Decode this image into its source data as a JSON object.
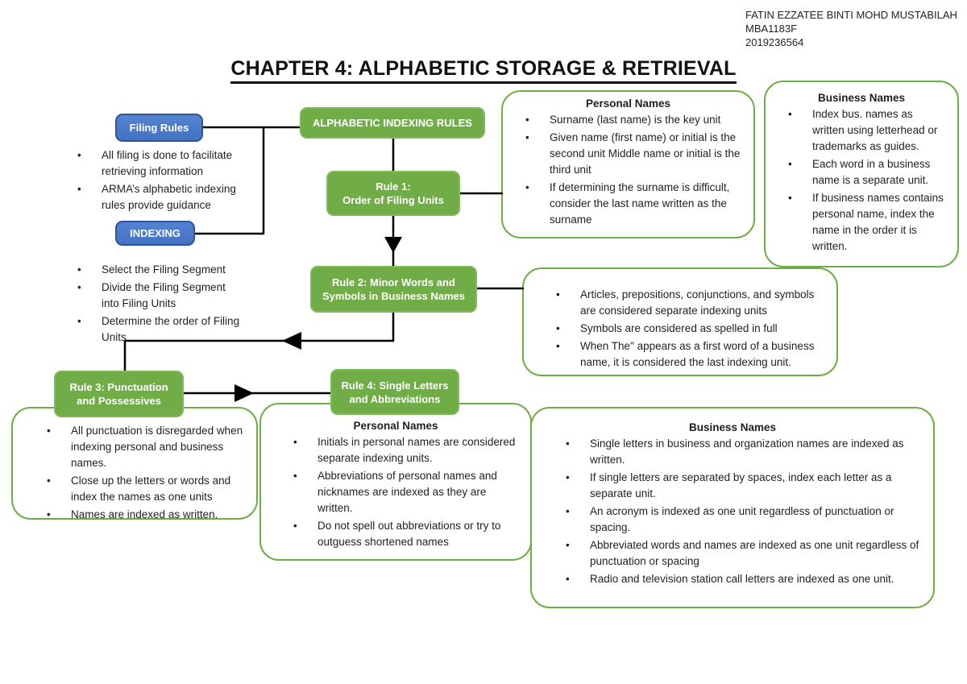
{
  "author": {
    "line1": "FATIN EZZATEE BINTI MOHD MUSTABILAH",
    "line2": "MBA1183F",
    "line3": "2019236564"
  },
  "title": "CHAPTER 4: ALPHABETIC STORAGE & RETRIEVAL",
  "colors": {
    "node_blue": "#4472C4",
    "node_blue_border": "#2E5597",
    "node_green": "#70AD47",
    "container_border_green": "#70AD47",
    "connector_black": "#000000"
  },
  "nodes": {
    "filing_rules": {
      "label": "Filing Rules"
    },
    "indexing": {
      "label": "INDEXING"
    },
    "alphabetic_indexing_rules": {
      "label": "ALPHABETIC INDEXING RULES"
    },
    "rule1": {
      "line1": "Rule 1:",
      "line2": "Order of Filing Units"
    },
    "rule2": {
      "label": "Rule 2: Minor Words and Symbols in Business Names"
    },
    "rule3": {
      "label": "Rule 3: Punctuation and Possessives"
    },
    "rule4": {
      "label": "Rule 4: Single Letters and Abbreviations"
    }
  },
  "notes": {
    "filing_rules_notes": [
      "All filing is done to facilitate retrieving information",
      "ARMA’s alphabetic indexing rules provide guidance"
    ],
    "indexing_notes": [
      "Select the Filing Segment",
      "Divide the Filing Segment into Filing Units",
      "Determine the order of Filing Units"
    ]
  },
  "containers": {
    "personal_top": {
      "heading": "Personal Names",
      "bullets": [
        "Surname (last name) is the key unit",
        "Given name (first name) or initial is the second unit Middle name or initial is the third unit",
        "If determining the surname is difficult, consider the last name written as the surname"
      ]
    },
    "business_top": {
      "heading": "Business Names",
      "bullets": [
        "Index bus. names as written using letterhead or trademarks as guides.",
        "Each word in a business name is a separate unit.",
        "If business names contains personal name, index the name in the order it is written."
      ]
    },
    "rule2_detail": {
      "bullets": [
        "Articles, prepositions, conjunctions, and symbols are considered separate indexing units",
        "Symbols are considered as spelled in full",
        "When The\" appears as a first word of a business name, it is considered the last indexing unit."
      ]
    },
    "rule3_detail": {
      "bullets": [
        "All punctuation is disregarded when indexing personal and business names.",
        "Close up the letters or words and index the names as one units",
        "Names are indexed as written."
      ]
    },
    "personal_bottom": {
      "heading": "Personal Names",
      "bullets": [
        "Initials in personal names are considered separate indexing units.",
        "Abbreviations of personal names and nicknames are indexed as they are written.",
        "Do not spell out abbreviations or try to outguess shortened names"
      ]
    },
    "business_bottom": {
      "heading": "Business Names",
      "bullets": [
        "Single letters in business and organization names are indexed as written.",
        "If single letters are separated by spaces, index each letter as a separate unit.",
        "An acronym is indexed as one unit regardless of punctuation or spacing.",
        "Abbreviated words and names are indexed as one unit regardless of punctuation or spacing",
        "Radio and television station call letters are indexed as one unit."
      ]
    }
  }
}
